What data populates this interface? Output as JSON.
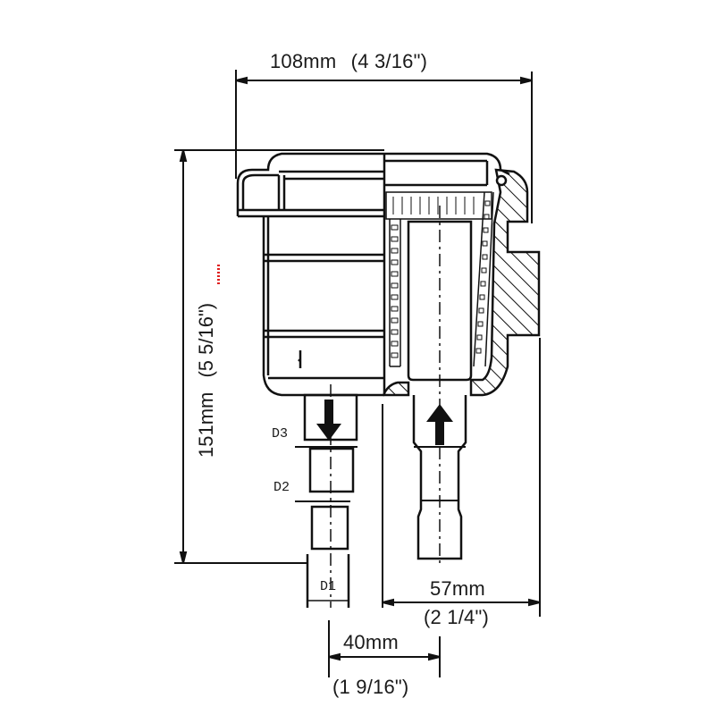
{
  "drawing": {
    "subject": "inline strainer cross-section with hose barb outlets",
    "line_color": "#111111",
    "background": "#ffffff",
    "accent_underline_color": "#e02020"
  },
  "dimensions": {
    "overall_width": {
      "metric": "108mm",
      "imperial": "(4 3/16\")"
    },
    "overall_height": {
      "metric": "151mm",
      "imperial": "(5 5/16\")"
    },
    "outlet_offset": {
      "metric": "57mm",
      "imperial": "(2 1/4\")"
    },
    "inlet_offset": {
      "metric": "40mm",
      "imperial": "(1 9/16\")"
    }
  },
  "labels": {
    "d1": "D1",
    "d2": "D2",
    "d3": "D3"
  },
  "flow": {
    "inlet_direction": "down",
    "outlet_direction": "up"
  }
}
